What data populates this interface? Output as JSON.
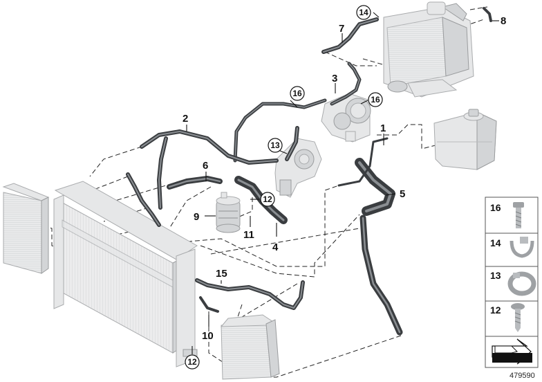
{
  "diagram": {
    "callouts": [
      {
        "id": "c1",
        "text": "1"
      },
      {
        "id": "c2",
        "text": "2"
      },
      {
        "id": "c3",
        "text": "3"
      },
      {
        "id": "c4",
        "text": "4"
      },
      {
        "id": "c5",
        "text": "5"
      },
      {
        "id": "c6",
        "text": "6"
      },
      {
        "id": "c7",
        "text": "7"
      },
      {
        "id": "c8",
        "text": "8"
      },
      {
        "id": "c9",
        "text": "9"
      },
      {
        "id": "c10",
        "text": "10"
      },
      {
        "id": "c11",
        "text": "11"
      },
      {
        "id": "c15",
        "text": "15"
      }
    ],
    "circled_callouts": [
      {
        "id": "cc14",
        "text": "14"
      },
      {
        "id": "cc16a",
        "text": "16"
      },
      {
        "id": "cc16b",
        "text": "16"
      },
      {
        "id": "cc13",
        "text": "13"
      },
      {
        "id": "cc12a",
        "text": "12"
      },
      {
        "id": "cc12b",
        "text": "12"
      }
    ]
  },
  "parts_panel": {
    "items": [
      {
        "label": "16",
        "icon": "bolt-icon"
      },
      {
        "label": "14",
        "icon": "clip-icon"
      },
      {
        "label": "13",
        "icon": "hose-clamp-icon"
      },
      {
        "label": "12",
        "icon": "screw-icon"
      }
    ],
    "footer_icon": "arrow-symbol-icon"
  },
  "reference_number": "479590"
}
